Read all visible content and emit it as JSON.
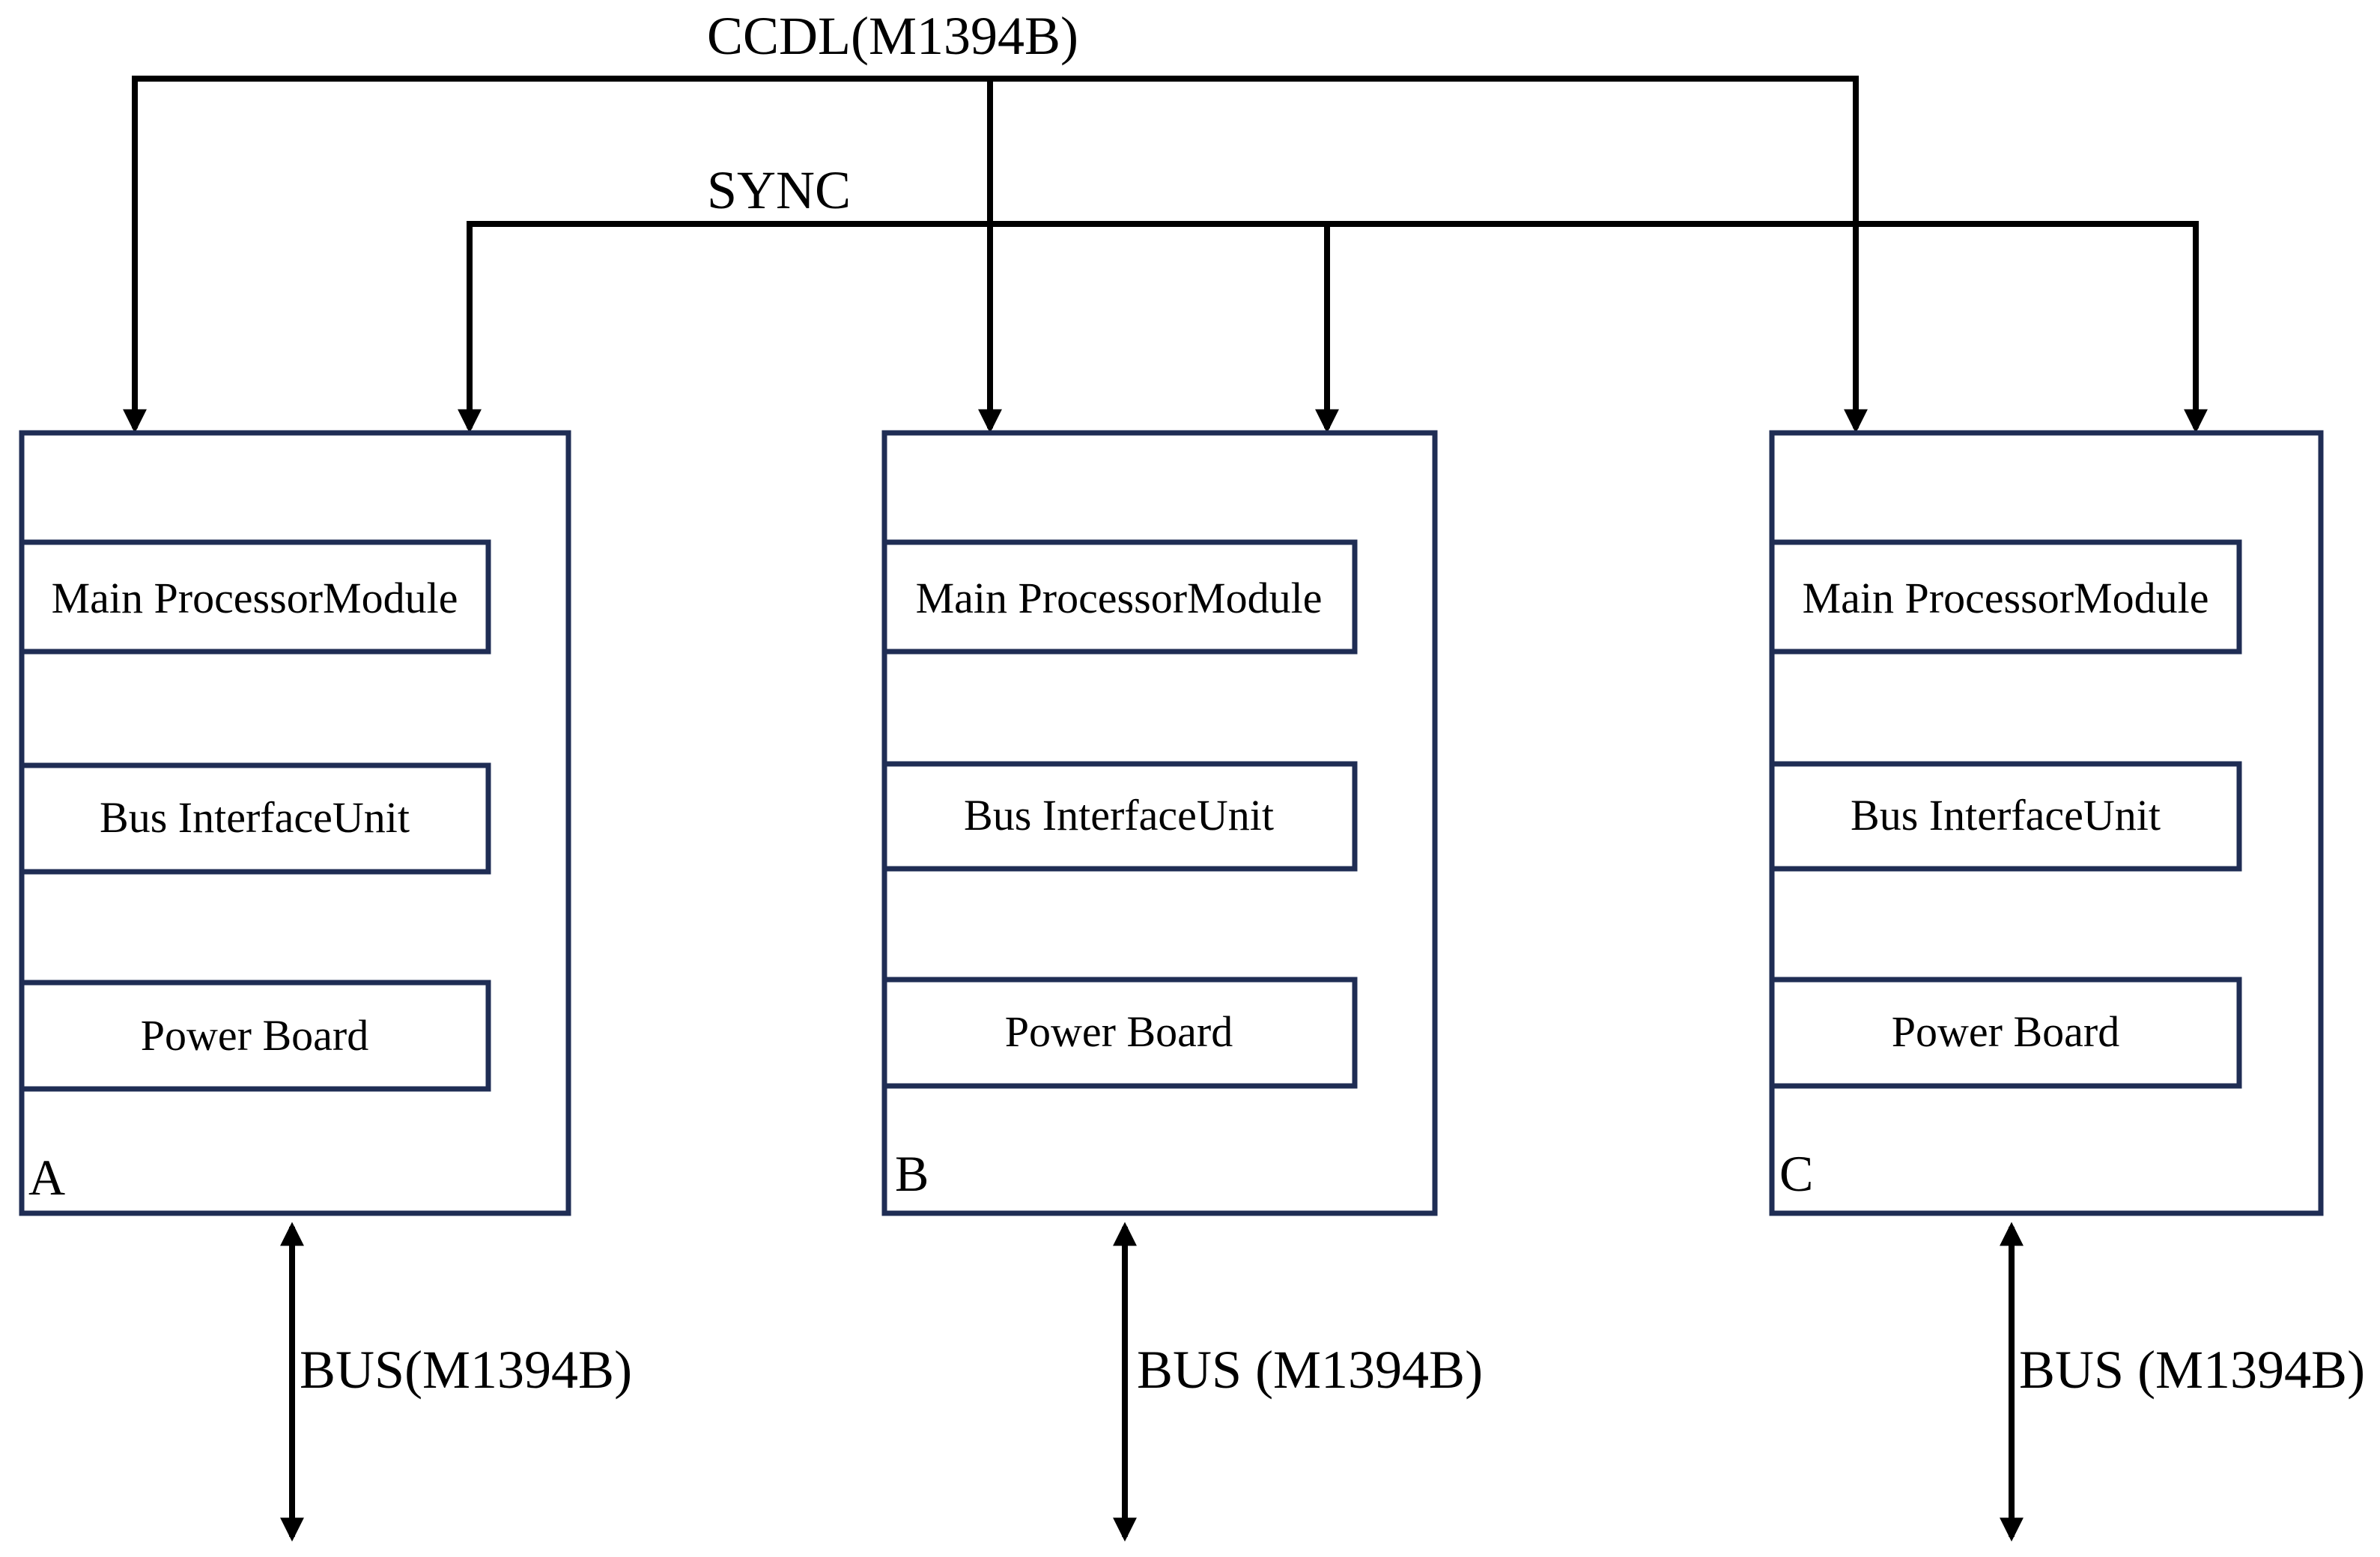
{
  "diagram": {
    "top_bus_label": "CCDL(M1394B)",
    "sync_label": "SYNC",
    "units": [
      {
        "letter": "A",
        "modules": [
          "Main ProcessorModule",
          "Bus InterfaceUnit",
          "Power Board"
        ],
        "bus_label": "BUS(M1394B)"
      },
      {
        "letter": "B",
        "modules": [
          "Main ProcessorModule",
          "Bus InterfaceUnit",
          "Power Board"
        ],
        "bus_label": "BUS (M1394B)"
      },
      {
        "letter": "C",
        "modules": [
          "Main ProcessorModule",
          "Bus InterfaceUnit",
          "Power Board"
        ],
        "bus_label": "BUS (M1394B)"
      }
    ],
    "colors": {
      "box_stroke": "#1f2d54",
      "line": "#000000",
      "background": "#ffffff"
    }
  }
}
